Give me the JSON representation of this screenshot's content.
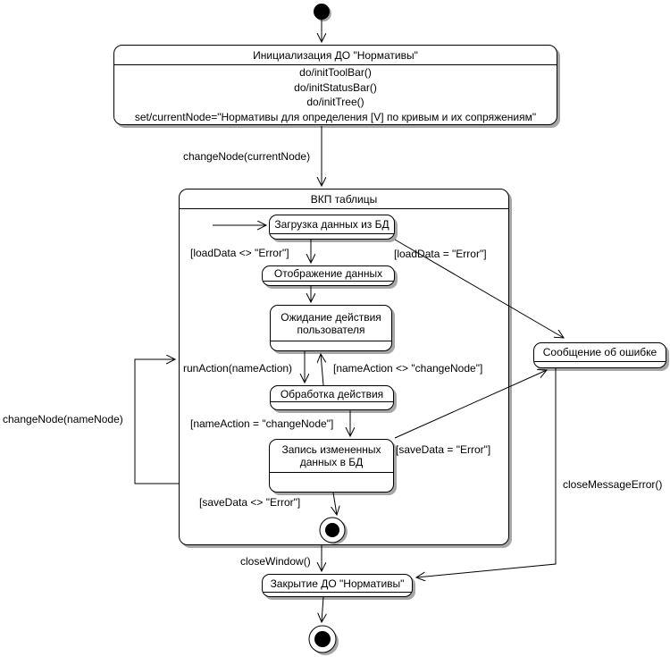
{
  "diagram": {
    "kind": "uml-statechart",
    "colors": {
      "line": "#000000",
      "shadow": "#a6a6a6",
      "background": "#ffffff"
    },
    "states": {
      "init": {
        "name": "Инициализация ДО \"Нормативы\"",
        "actions": [
          "do/initToolBar()",
          "do/initStatusBar()",
          "do/initTree()",
          "set/currentNode=\"Нормативы для определения [V] по кривым и их сопряжениям\""
        ]
      },
      "vkp": {
        "name": "ВКП таблицы"
      },
      "load_data": {
        "name": "Загрузка данных из БД"
      },
      "display_data": {
        "name": "Отображение данных"
      },
      "wait_user": {
        "name": "Ожидание действия пользователя"
      },
      "process_action": {
        "name": "Обработка действия"
      },
      "save_data": {
        "name": "Запись измененных данных в БД"
      },
      "error_message": {
        "name": "Сообщение об ошибке"
      },
      "close": {
        "name": "Закрытие ДО \"Нормативы\""
      }
    },
    "transitions": {
      "change_node_current": "changeNode(currentNode)",
      "load_ok": "[loadData <> \"Error\"]",
      "load_error": "[loadData = \"Error\"]",
      "run_action": "runAction(nameAction)",
      "name_action_ne": "[nameAction <> \"changeNode\"]",
      "name_action_eq": "[nameAction = \"changeNode\"]",
      "save_error": "[saveData = \"Error\"]",
      "save_ok": "[saveData <> \"Error\"]",
      "change_node_name": "changeNode(nameNode)",
      "close_window": "closeWindow()",
      "close_message_error": "closeMessageError()"
    }
  }
}
